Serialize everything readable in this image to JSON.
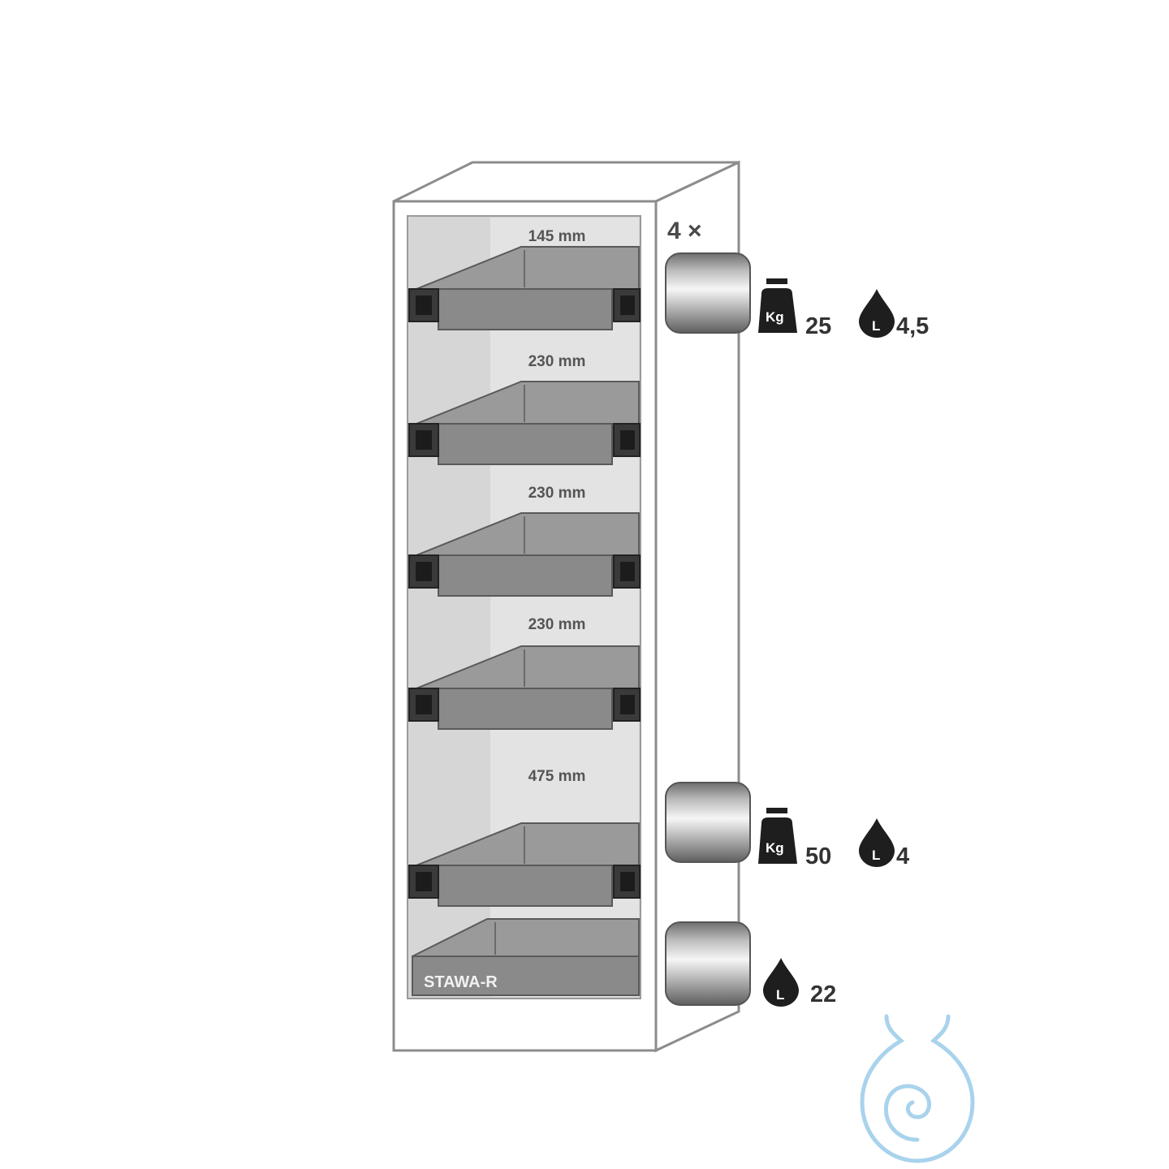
{
  "shelves": [
    {
      "clearance": "145 mm"
    },
    {
      "clearance": "230 mm"
    },
    {
      "clearance": "230 mm"
    },
    {
      "clearance": "230 mm"
    },
    {
      "clearance": "475 mm"
    }
  ],
  "bottom_sump": {
    "label": "STAWA-R"
  },
  "multiplier": "4 ×",
  "legend": {
    "weight_symbol": "Kg",
    "volume_symbol": "L"
  },
  "specs": [
    {
      "weight": "25",
      "volume": "4,5"
    },
    {
      "weight": "50",
      "volume": "4"
    },
    {
      "volume": "22"
    }
  ],
  "colors": {
    "cabinet_outline": "#8c8c8c",
    "interior": "#d6d6d6",
    "tray": "#8a8a8a",
    "tray_edge": "#5a5a5a",
    "watermark": "#a9d3ec"
  }
}
